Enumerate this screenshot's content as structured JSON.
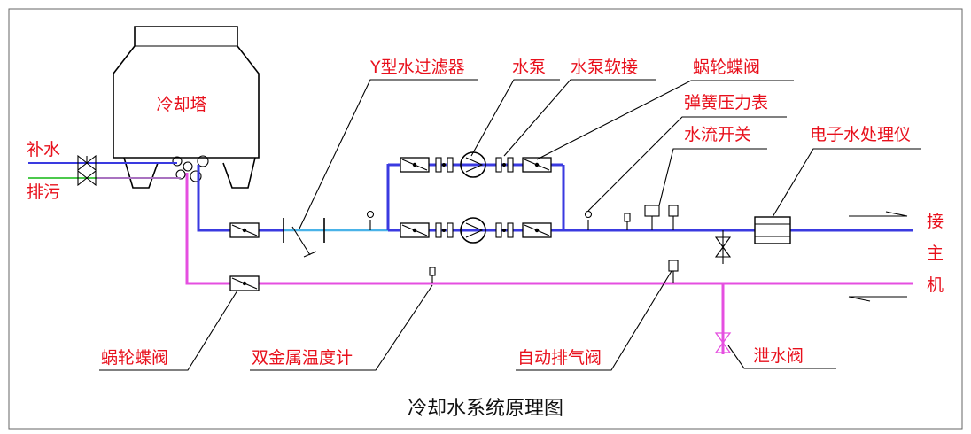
{
  "caption": "冷却水系统原理图",
  "labels": {
    "tower": "冷却塔",
    "makeup_water": "补水",
    "drain": "排污",
    "y_filter": "Y型水过滤器",
    "pump": "水泵",
    "pump_flex": "水泵软接",
    "butterfly_valve_top": "蜗轮蝶阀",
    "pressure_gauge": "弹簧压力表",
    "flow_switch": "水流开关",
    "water_processor": "电子水处理仪",
    "to_main_1": "接",
    "to_main_2": "主",
    "to_main_3": "机",
    "butterfly_valve_bottom": "蜗轮蝶阀",
    "thermometer": "双金属温度计",
    "air_vent": "自动排气阀",
    "drain_valve": "泄水阀"
  },
  "colors": {
    "label_red": "#e8101c",
    "supply_blue": "#3a3ae0",
    "filter_cyan": "#4ab3e8",
    "return_magenta": "#e54fe0",
    "drain_green": "#4cc94c"
  }
}
